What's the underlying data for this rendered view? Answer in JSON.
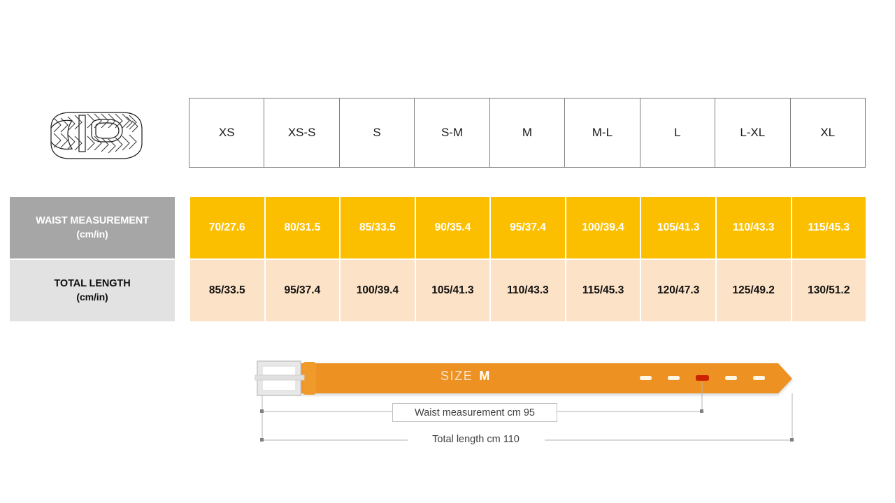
{
  "product": {
    "icon": "braided-belt-icon"
  },
  "table": {
    "sizes": [
      "XS",
      "XS-S",
      "S",
      "S-M",
      "M",
      "M-L",
      "L",
      "L-XL",
      "XL"
    ],
    "rows": [
      {
        "label": "WAIST MEASUREMENT",
        "label_units": "(cm/in)",
        "values": [
          "70/27.6",
          "80/31.5",
          "85/33.5",
          "90/35.4",
          "95/37.4",
          "100/39.4",
          "105/41.3",
          "110/43.3",
          "115/45.3"
        ]
      },
      {
        "label": "TOTAL LENGTH",
        "label_units": "(cm/in)",
        "values": [
          "85/33.5",
          "95/37.4",
          "100/39.4",
          "105/41.3",
          "110/43.3",
          "115/45.3",
          "120/47.3",
          "125/49.2",
          "130/51.2"
        ]
      }
    ]
  },
  "diagram": {
    "size_label": "SIZE",
    "size_value": "M",
    "waist_callout": "Waist measurement cm 95",
    "length_callout": "Total length cm 110",
    "holes_total": 5,
    "highlighted_hole_index": 2
  },
  "colors": {
    "amber": "#fcbf00",
    "peach": "#fce2c6",
    "label_gray_dark": "#a6a6a6",
    "label_gray_light": "#e2e2e2",
    "belt_orange": "#ed9121",
    "hole_highlight": "#cc2200",
    "buckle_gray": "#d9d9d9",
    "border_gray": "#7f7f7f"
  }
}
